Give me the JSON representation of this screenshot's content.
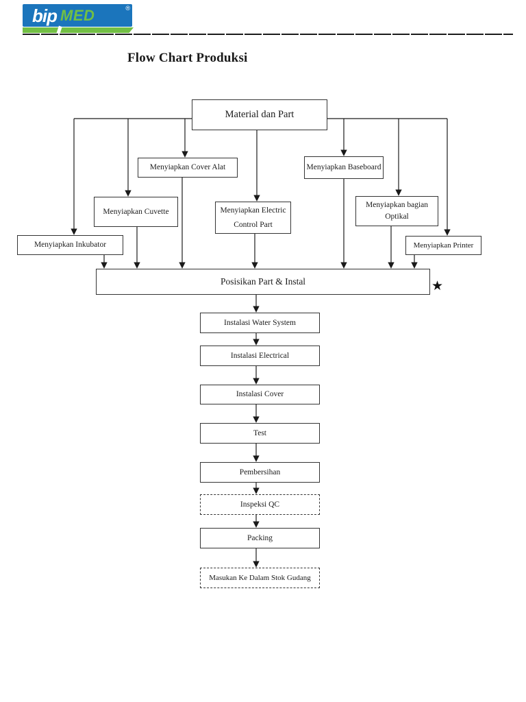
{
  "header": {
    "logo": {
      "bip": "bip",
      "med": "MED",
      "registered": "®"
    },
    "title": "Flow Chart Produksi"
  },
  "flowchart": {
    "nodes": {
      "material": "Material dan Part",
      "cover_alat": "Menyiapkan Cover Alat",
      "baseboard": "Menyiapkan Baseboard",
      "cuvette": "Menyiapkan Cuvette",
      "electric": "Menyiapkan Electric Control Part",
      "optikal": "Menyiapkan bagian Optikal",
      "inkubator": "Menyiapkan Inkubator",
      "printer": "Menyiapkan Printer",
      "posisikan": "Posisikan Part & Instal",
      "water": "Instalasi Water System",
      "electrical": "Instalasi Electrical",
      "cover": "Instalasi Cover",
      "test": "Test",
      "pembersihan": "Pembersihan",
      "inspeksi": "Inspeksi QC",
      "packing": "Packing",
      "stok": "Masukan Ke Dalam Stok Gudang"
    },
    "star": "★",
    "edges": [
      [
        "material",
        "inkubator"
      ],
      [
        "material",
        "cuvette"
      ],
      [
        "material",
        "cover_alat"
      ],
      [
        "material",
        "electric"
      ],
      [
        "material",
        "baseboard"
      ],
      [
        "material",
        "optikal"
      ],
      [
        "material",
        "printer"
      ],
      [
        "inkubator",
        "posisikan"
      ],
      [
        "cuvette",
        "posisikan"
      ],
      [
        "cover_alat",
        "posisikan"
      ],
      [
        "electric",
        "posisikan"
      ],
      [
        "baseboard",
        "posisikan"
      ],
      [
        "optikal",
        "posisikan"
      ],
      [
        "printer",
        "posisikan"
      ],
      [
        "posisikan",
        "water"
      ],
      [
        "water",
        "electrical"
      ],
      [
        "electrical",
        "cover"
      ],
      [
        "cover",
        "test"
      ],
      [
        "test",
        "pembersihan"
      ],
      [
        "pembersihan",
        "inspeksi"
      ],
      [
        "inspeksi",
        "packing"
      ],
      [
        "packing",
        "stok"
      ]
    ]
  },
  "colors": {
    "logo_blue": "#1b75bc",
    "logo_green": "#72bf44",
    "line": "#1a1a1a"
  }
}
